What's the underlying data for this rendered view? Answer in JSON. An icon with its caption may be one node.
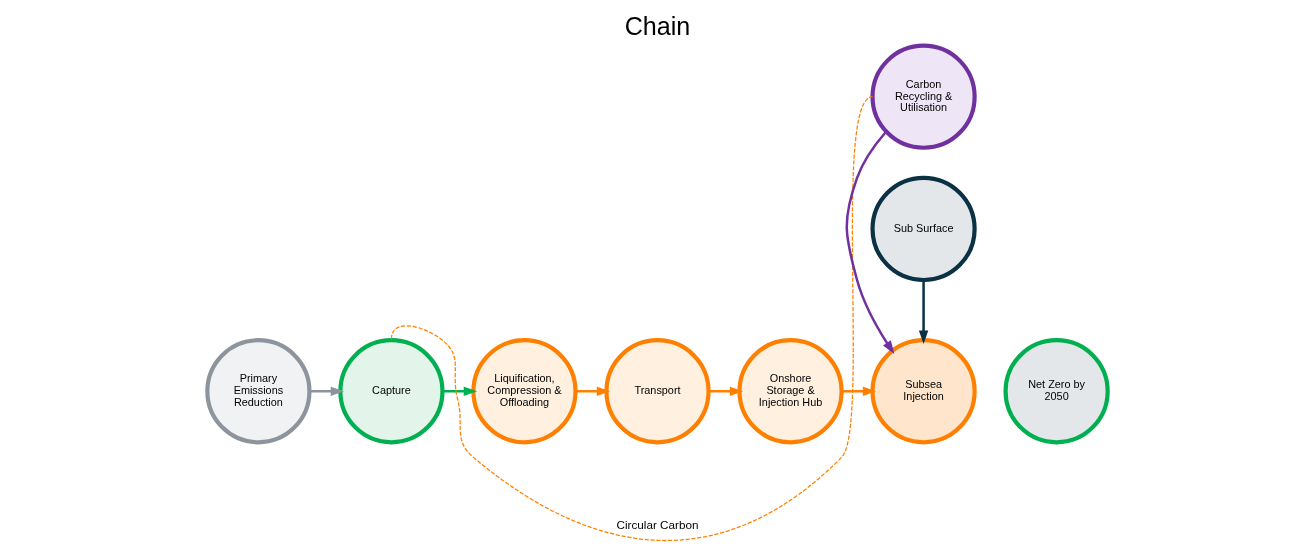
{
  "diagram": {
    "title": "Chain",
    "nodes": [
      {
        "text": [
          "Primary Emissions Reduction"
        ]
      },
      {
        "text": [
          "Capture"
        ]
      },
      {
        "text": [
          "Liquification, Compression & Offloading"
        ]
      },
      {
        "text": [
          "Transport"
        ]
      },
      {
        "text": [
          "Onshore Storage & Injection Hub"
        ]
      },
      {
        "text": [
          "Subsea Injection"
        ]
      },
      {
        "text": [
          "Carbon Recycling & Utilisation"
        ]
      },
      {
        "text": [
          "Sub Surface"
        ]
      },
      {
        "text": [
          "Net Zero by 2050"
        ]
      }
    ],
    "edges": [
      {
        "from": 0,
        "to": 1,
        "arrow": "to",
        "color": "#8c959d"
      },
      {
        "from": 1,
        "to": 2,
        "arrow": "to",
        "color": "#00b050"
      },
      {
        "from": 2,
        "to": 3,
        "arrow": "to"
      },
      {
        "from": 3,
        "to": 4,
        "arrow": "to"
      },
      {
        "from": 4,
        "to": 5,
        "arrow": "to"
      },
      {
        "from": 6,
        "to": 5,
        "arrow": "to",
        "color": "#7030a0"
      },
      {
        "from": 7,
        "to": 5,
        "arrow": "to",
        "color": "#0a3244"
      },
      {
        "from": 1,
        "to": 6,
        "arrow": "none",
        "style": "dashed",
        "label": "Circular Carbon"
      }
    ]
  }
}
